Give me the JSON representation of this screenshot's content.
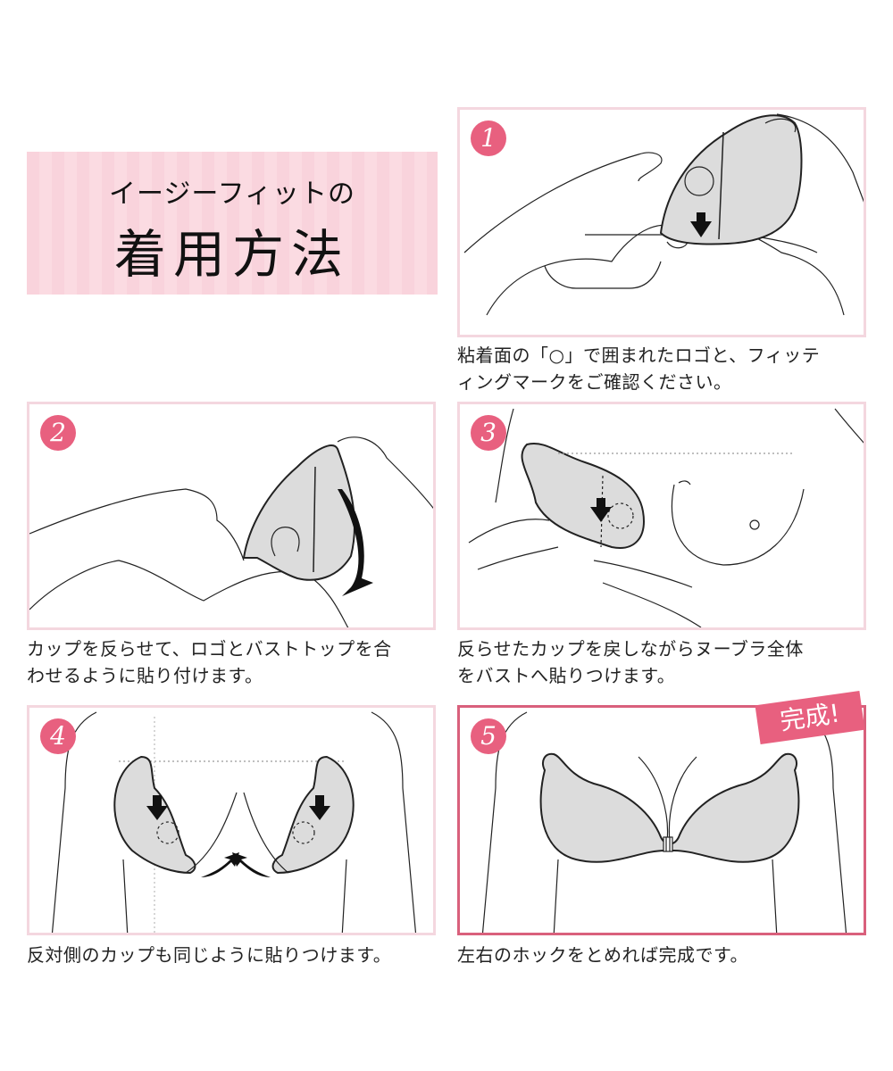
{
  "header": {
    "subtitle": "イージーフィットの",
    "title": "着用方法"
  },
  "colors": {
    "accent": "#e8607f",
    "panel_border": "#f4d7df",
    "final_border": "#d9607c",
    "title_bg": "#f9d3dc",
    "cup_fill": "#dcdcdc"
  },
  "steps": [
    {
      "number": "1",
      "caption": "粘着面の「○」で囲まれたロゴと、フィッティングマークをご確認ください。",
      "caption_lines": [
        "粘着面の「○」で囲まれたロゴと、フィッテ",
        "ィングマークをご確認ください。"
      ]
    },
    {
      "number": "2",
      "caption": "カップを反らせて、ロゴとバストトップを合わせるように貼り付けます。",
      "caption_lines": [
        "カップを反らせて、ロゴとバストトップを合",
        "わせるように貼り付けます。"
      ]
    },
    {
      "number": "3",
      "caption": "反らせたカップを戻しながらヌーブラ全体をバストへ貼りつけます。",
      "caption_lines": [
        "反らせたカップを戻しながらヌーブラ全体",
        "をバストへ貼りつけます。"
      ]
    },
    {
      "number": "4",
      "caption": "反対側のカップも同じように貼りつけます。",
      "caption_lines": [
        "反対側のカップも同じように貼りつけます。"
      ]
    },
    {
      "number": "5",
      "caption": "左右のホックをとめれば完成です。",
      "caption_lines": [
        "左右のホックをとめれば完成です。"
      ]
    }
  ],
  "final_badge": "完成!"
}
